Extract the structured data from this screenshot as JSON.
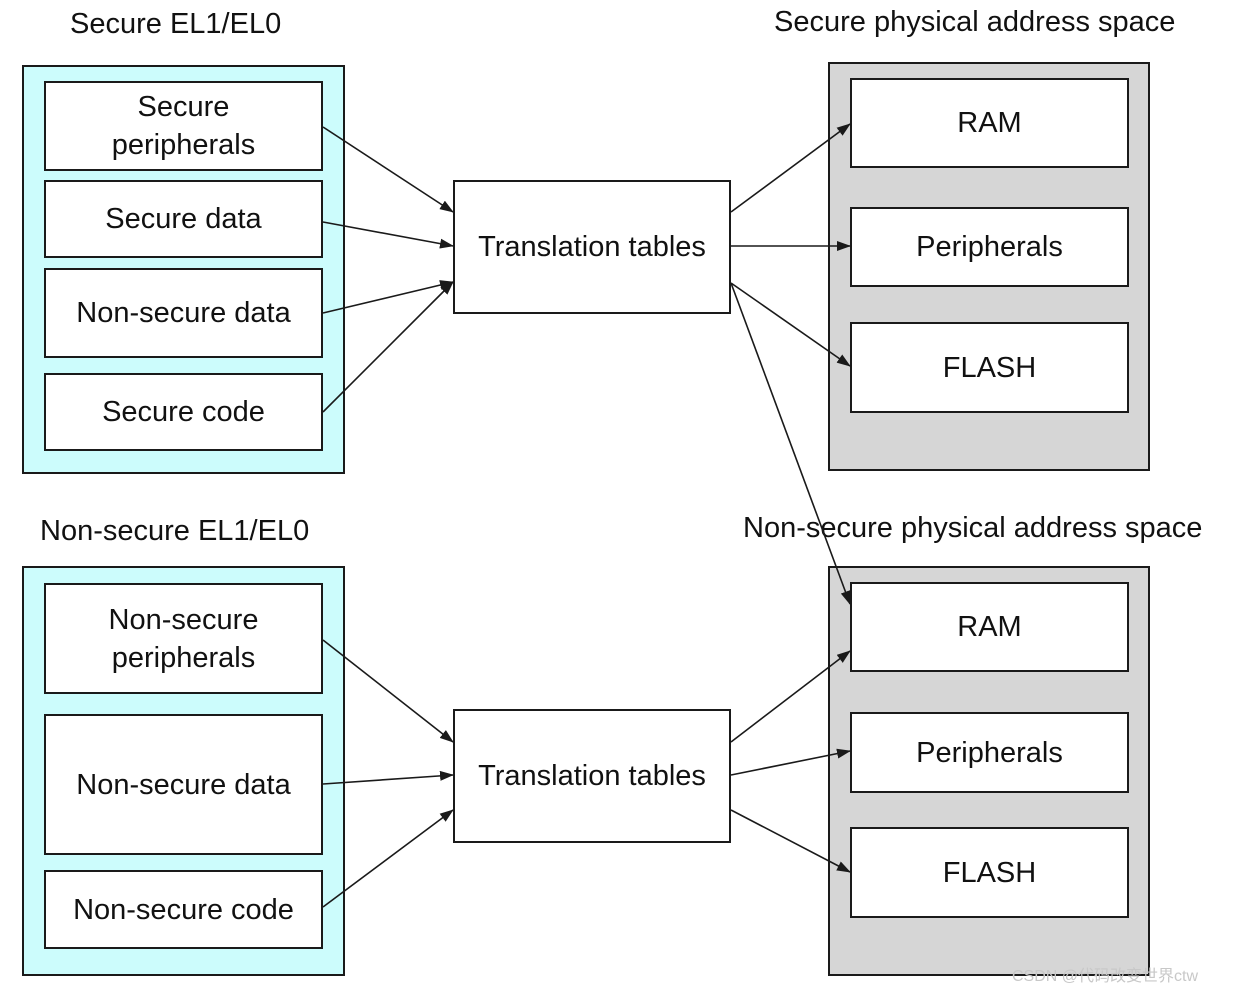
{
  "secure": {
    "title": "Secure EL1/EL0",
    "regions": [
      "Secure\nperipherals",
      "Secure data",
      "Non-secure data",
      "Secure code"
    ],
    "tables": "Translation tables",
    "pa_title": "Secure physical address space",
    "pa_regions": [
      "RAM",
      "Peripherals",
      "FLASH"
    ]
  },
  "nonsecure": {
    "title": "Non-secure EL1/EL0",
    "regions": [
      "Non-secure\nperipherals",
      "Non-secure data",
      "Non-secure code"
    ],
    "tables": "Translation tables",
    "pa_title": "Non-secure physical address space",
    "pa_regions": [
      "RAM",
      "Peripherals",
      "FLASH"
    ]
  },
  "watermark": "CSDN @代码改变世界ctw",
  "colors": {
    "virtual_panel": "#ccfcfc",
    "physical_panel": "#d6d6d6",
    "box": "#ffffff",
    "line": "#1a1a1a"
  }
}
